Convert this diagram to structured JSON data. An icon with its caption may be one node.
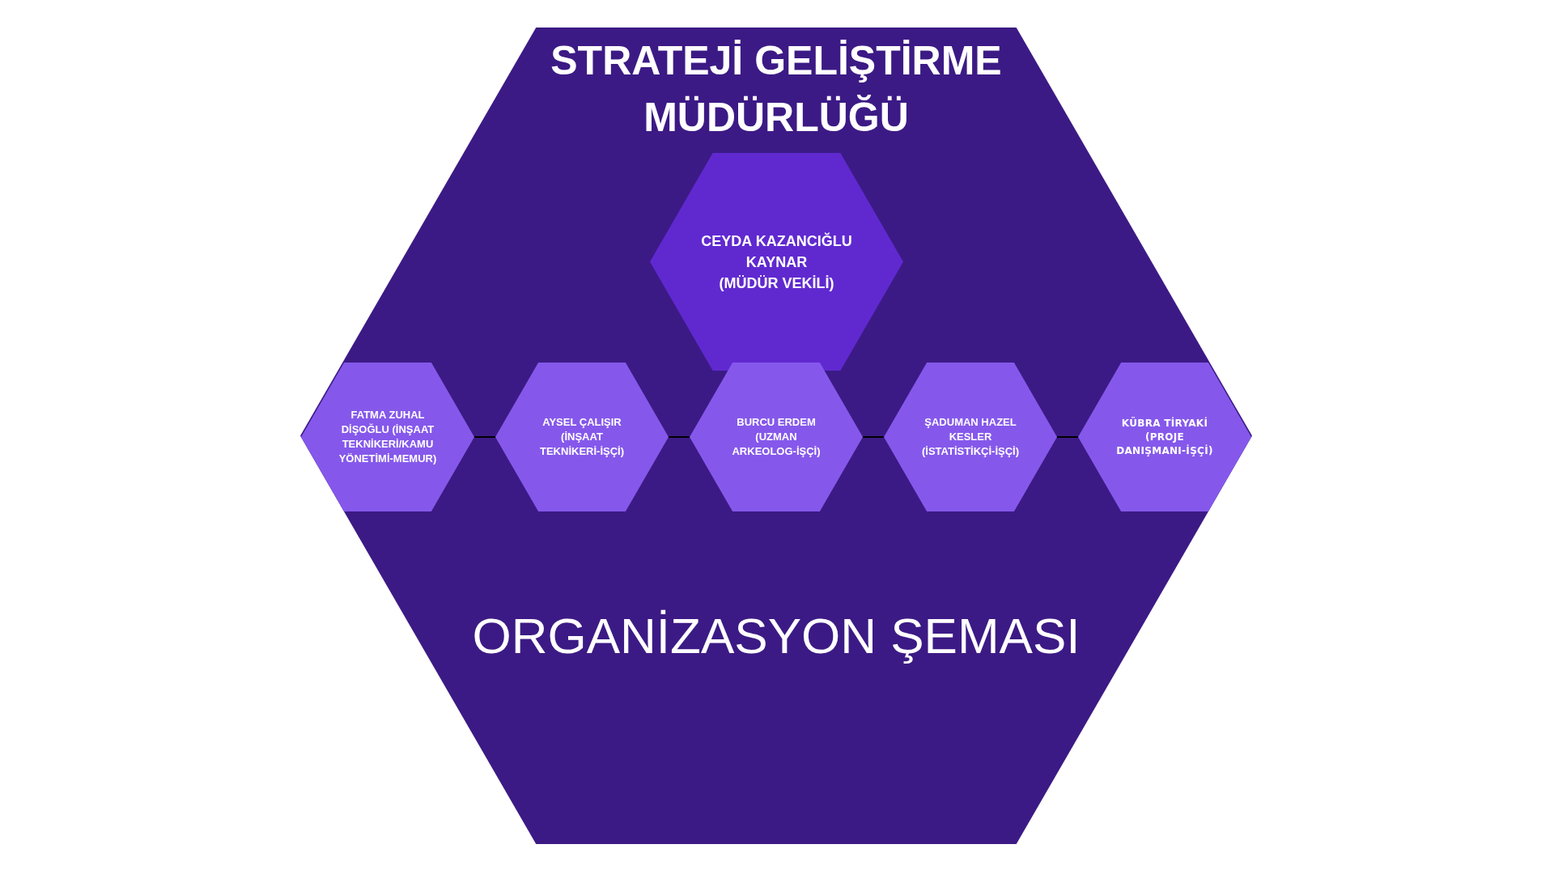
{
  "diagram": {
    "nodes": [
      {
        "text": [
          "STRATEJİ GELİŞTİRME MÜDÜRLÜĞÜ",
          "ORGANİZASYON ŞEMASI"
        ]
      },
      {
        "text": [
          "CEYDA KAZANCIĞLU KAYNAR",
          "(MÜDÜR VEKİLİ)"
        ],
        "in": 0
      },
      {
        "text": [
          "FATMA ZUHAL DİŞOĞLU (İNŞAAT TEKNİKERİ/KAMU YÖNETİMİ-MEMUR)"
        ],
        "in": 0
      },
      {
        "text": [
          "AYSEL ÇALIŞIR (İNŞAAT TEKNİKERİ-İŞÇİ)"
        ],
        "in": 0
      },
      {
        "text": [
          "BURCU ERDEM (UZMAN ARKEOLOG-İŞÇİ)"
        ],
        "in": 0
      },
      {
        "text": [
          "ŞADUMAN HAZEL KESLER (İSTATİSTİKÇİ-İŞÇİ)"
        ],
        "in": 0
      },
      {
        "text": [
          "KÜBRA TİRYAKİ (PROJE DANIŞMANI-İŞÇİ)"
        ],
        "in": 0
      }
    ],
    "edges": [
      {
        "from": 2,
        "to": 3,
        "arrow": "none"
      },
      {
        "from": 3,
        "to": 4,
        "arrow": "none"
      },
      {
        "from": 4,
        "to": 5,
        "arrow": "none"
      },
      {
        "from": 5,
        "to": 6,
        "arrow": "none"
      }
    ]
  }
}
